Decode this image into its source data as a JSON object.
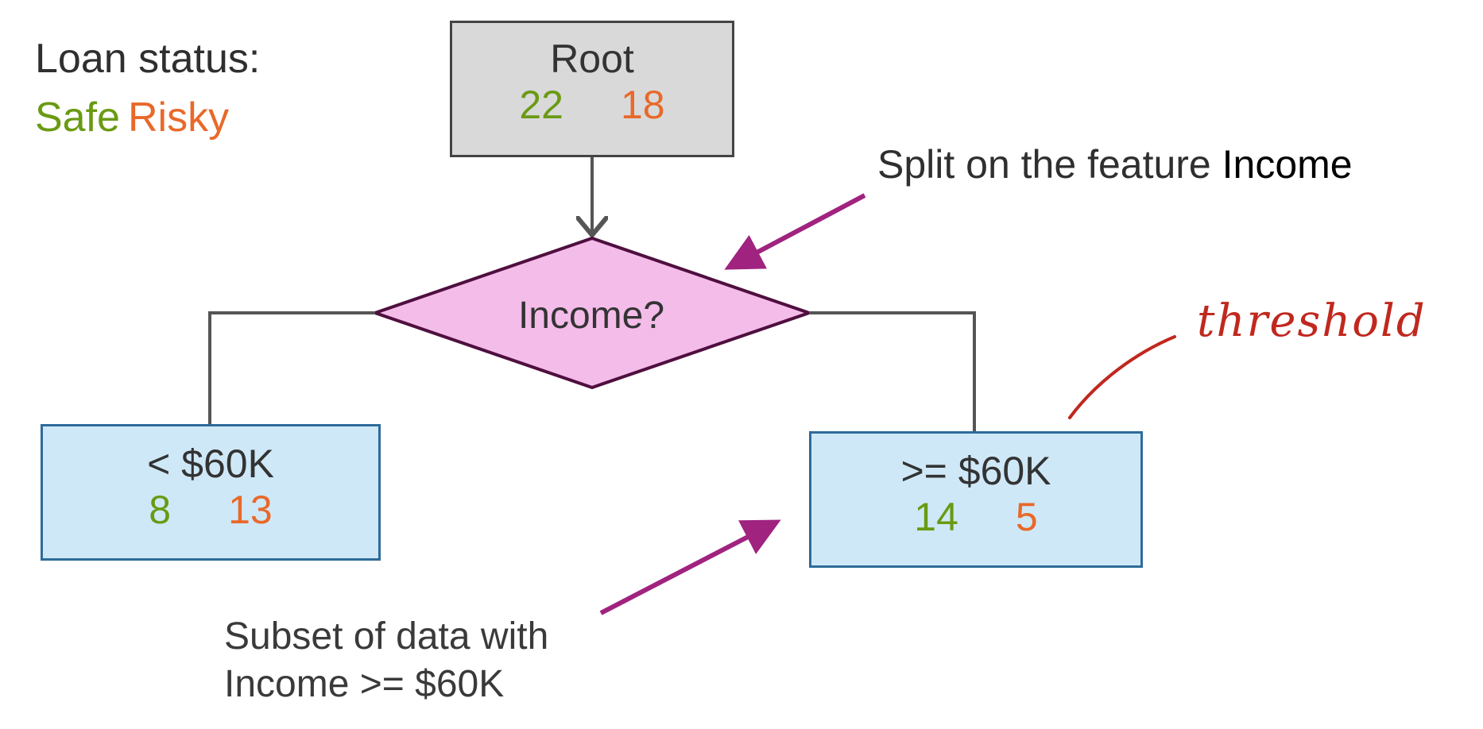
{
  "legend": {
    "title": "Loan status:",
    "safe_label": "Safe",
    "risky_label": "Risky"
  },
  "colors": {
    "safe": "#6a9a12",
    "risky": "#e8692a",
    "annotation_arrow": "#a0237f",
    "handwriting": "#c0281e",
    "decision_fill": "#f4bce9"
  },
  "root": {
    "label": "Root",
    "safe": "22",
    "risky": "18"
  },
  "decision": {
    "label": "Income?"
  },
  "left_branch": {
    "label": "< $60K",
    "safe": "8",
    "risky": "13"
  },
  "right_branch": {
    "label": ">= $60K",
    "safe": "14",
    "risky": "5"
  },
  "annotations": {
    "split_prefix": "Split on the feature",
    "split_feature": "Income",
    "subset_line1": "Subset of data with",
    "subset_line2": "Income >= $60K",
    "handwritten": "threshold"
  }
}
